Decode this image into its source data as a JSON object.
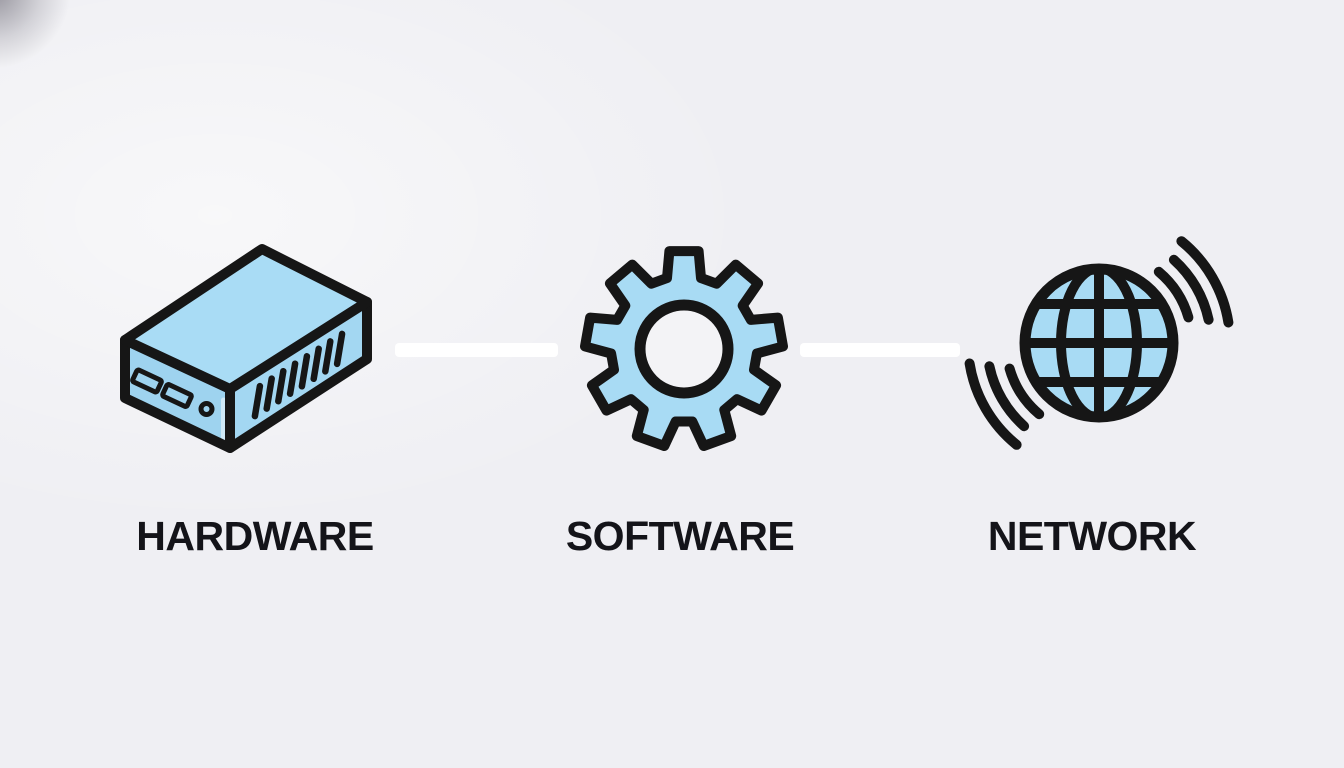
{
  "title": "Hardware Software Network diagram",
  "background": {
    "color": "#efeff3"
  },
  "palette": {
    "outline": "#161616",
    "fill-top": "#a9dcf5",
    "fill-front": "#9ed3ef",
    "fill-side": "#a3d7f2",
    "fill-flat": "#a8dbf4",
    "hole": "#f3f3f6",
    "connector": "#ffffff",
    "label": "#141419"
  },
  "nodes": [
    {
      "id": "hardware",
      "label": "HARDWARE",
      "icon": "hardware-device-icon"
    },
    {
      "id": "software",
      "label": "SOFTWARE",
      "icon": "gear-icon"
    },
    {
      "id": "network",
      "label": "NETWORK",
      "icon": "globe-wireless-icon"
    }
  ],
  "connectors": [
    {
      "from": "hardware",
      "to": "software"
    },
    {
      "from": "software",
      "to": "network"
    }
  ]
}
